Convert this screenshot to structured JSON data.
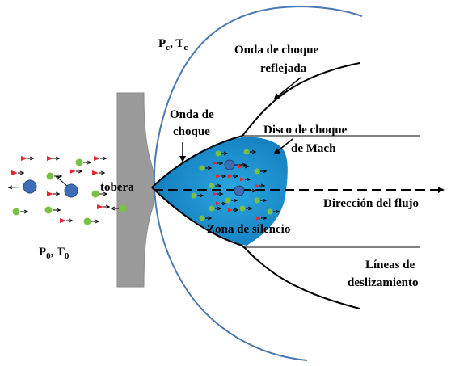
{
  "labels": {
    "chamber_p": "P",
    "chamber_p_sub": "c",
    "chamber_t": "T",
    "chamber_t_sub": "c",
    "reflected_shock_line1": "Onda de choque",
    "reflected_shock_line2": "reflejada",
    "shock_wave_line1": "Onda de",
    "shock_wave_line2": "choque",
    "mach_disk_line1": "Disco de choque",
    "mach_disk_line2": "de Mach",
    "nozzle": "tobera",
    "flow_direction": "Dirección del flujo",
    "zone_of_silence": "Zona de silencio",
    "source_p": "P",
    "source_p_sub": "0",
    "source_t": "T",
    "source_t_sub": "0",
    "slip_lines_line1": "Líneas de",
    "slip_lines_line2": "deslizamiento"
  },
  "colors": {
    "barrel_shock_line": "#4a78b0",
    "jet_gradient_inner": "#2aa7df",
    "jet_gradient_outer": "#137cbd",
    "nozzle_fill": "#9a9a9a",
    "large_molecule": "#3f6db5",
    "green_particle": "#7ac143",
    "red_particle": "#e0282e"
  }
}
